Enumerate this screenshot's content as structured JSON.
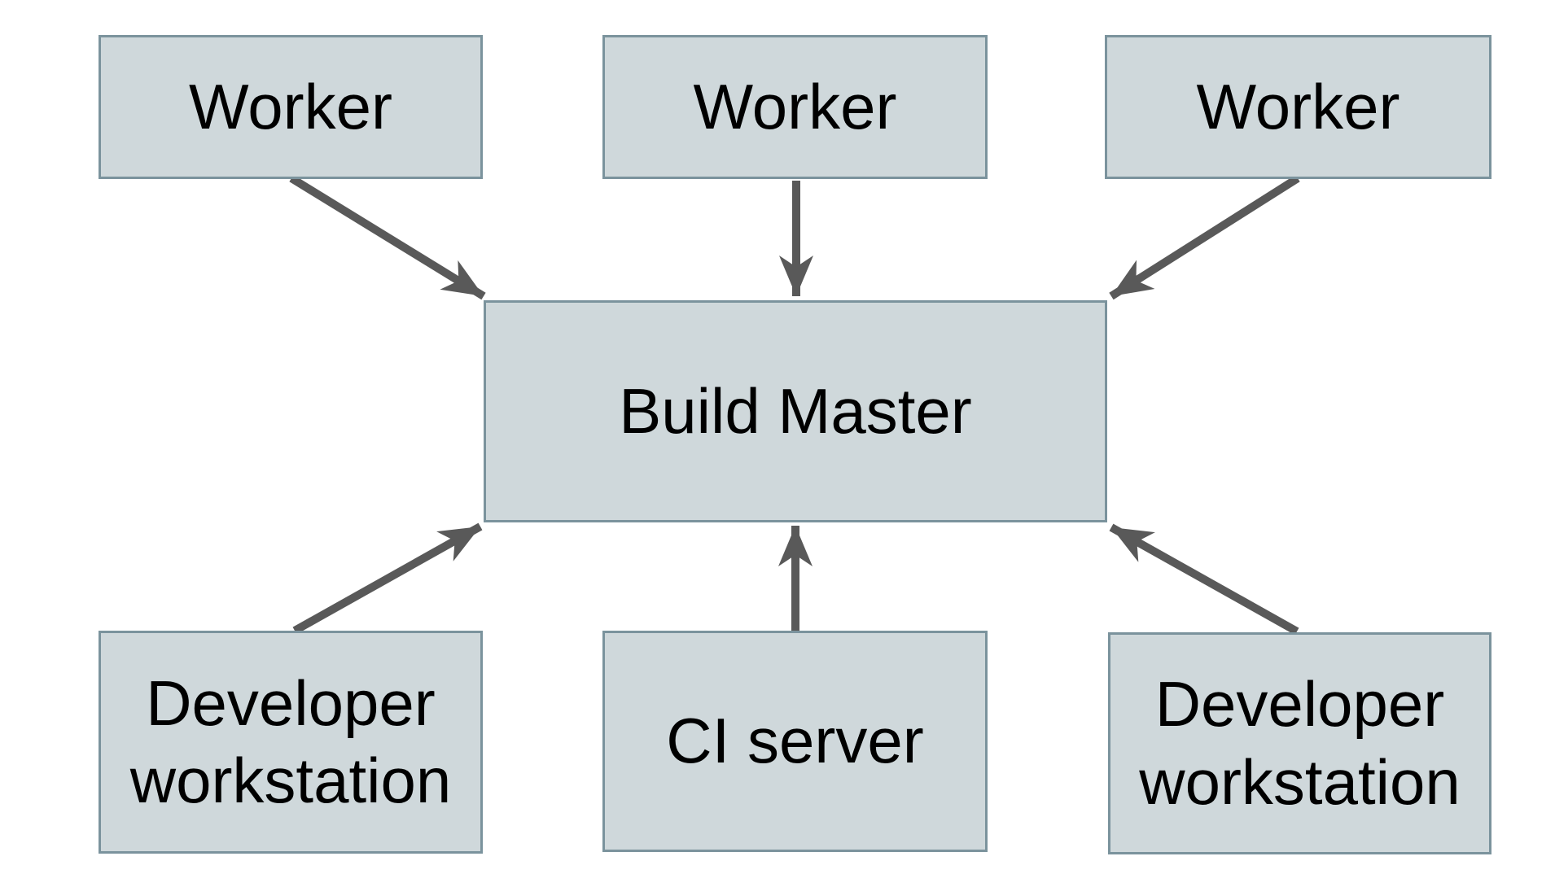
{
  "diagram": {
    "type": "architecture-diagram",
    "colors": {
      "background": "#ffffff",
      "node-fill": "#cfd8db",
      "node-border": "#7b939d",
      "arrow": "#595959",
      "text": "#000000"
    },
    "nodes": [
      {
        "id": "worker-1",
        "label": "Worker"
      },
      {
        "id": "worker-2",
        "label": "Worker"
      },
      {
        "id": "worker-3",
        "label": "Worker"
      },
      {
        "id": "build-master",
        "label": "Build Master"
      },
      {
        "id": "developer-workstation-left",
        "label": "Developer workstation"
      },
      {
        "id": "ci-server",
        "label": "CI server"
      },
      {
        "id": "developer-workstation-right",
        "label": "Developer workstation"
      }
    ],
    "edges": [
      {
        "from": "worker-1",
        "to": "build-master"
      },
      {
        "from": "worker-2",
        "to": "build-master"
      },
      {
        "from": "worker-3",
        "to": "build-master"
      },
      {
        "from": "developer-workstation-left",
        "to": "build-master"
      },
      {
        "from": "ci-server",
        "to": "build-master"
      },
      {
        "from": "developer-workstation-right",
        "to": "build-master"
      }
    ]
  }
}
